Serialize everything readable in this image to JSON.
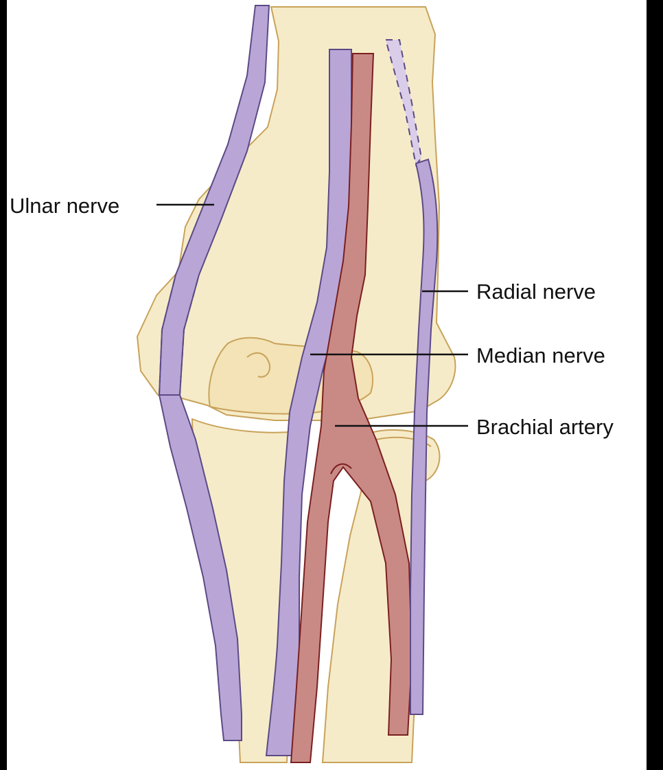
{
  "labels": {
    "ulnar_nerve": "Ulnar nerve",
    "radial_nerve": "Radial nerve",
    "median_nerve": "Median nerve",
    "brachial_artery": "Brachial artery"
  },
  "colors": {
    "background": "#ffffff",
    "frame": "#000000",
    "bone_fill": "#f6ebc8",
    "bone_outline": "#c8a25a",
    "nerve_fill": "#b9a6d6",
    "nerve_outline": "#5b4a86",
    "artery_fill": "#c98a86",
    "artery_outline": "#7a1f1f",
    "leader_line": "#111111"
  }
}
